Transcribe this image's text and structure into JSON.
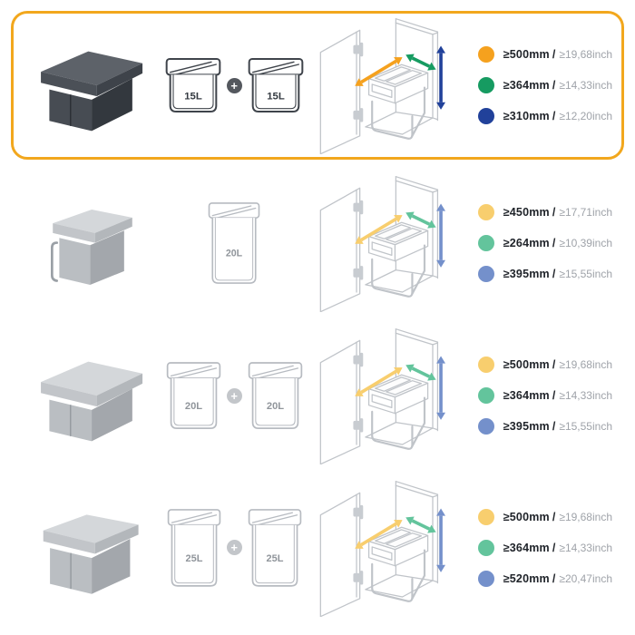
{
  "page": {
    "name": "pull-out-waste-bin-size-guide",
    "background": "#ffffff",
    "highlight_border": "#F2A71D"
  },
  "rows": [
    {
      "name": "anthracite-2x15L",
      "highlighted": true,
      "finish": "anthracite",
      "tone": "dark",
      "photo_variant": "wide",
      "buckets": [
        "15L",
        "15L"
      ],
      "plus": "+",
      "specs": [
        {
          "dot_color": "#F5A11E",
          "dimension": "depth",
          "mm": "≥500mm",
          "sep": "/",
          "inch": "≥19,68inch"
        },
        {
          "dot_color": "#169B61",
          "dimension": "width",
          "mm": "≥364mm",
          "sep": "/",
          "inch": "≥14,33inch"
        },
        {
          "dot_color": "#21419A",
          "dimension": "height",
          "mm": "≥310mm",
          "sep": "/",
          "inch": "≥12,20inch"
        }
      ]
    },
    {
      "name": "gray-1x20L",
      "highlighted": false,
      "finish": "gray",
      "tone": "light",
      "photo_variant": "tall-narrow",
      "buckets": [
        "20L"
      ],
      "plus": "+",
      "specs": [
        {
          "dot_color": "#F8CE6E",
          "dimension": "depth",
          "mm": "≥450mm",
          "sep": "/",
          "inch": "≥17,71inch"
        },
        {
          "dot_color": "#63C49C",
          "dimension": "width",
          "mm": "≥264mm",
          "sep": "/",
          "inch": "≥10,39inch"
        },
        {
          "dot_color": "#7490CB",
          "dimension": "height",
          "mm": "≥395mm",
          "sep": "/",
          "inch": "≥15,55inch"
        }
      ]
    },
    {
      "name": "gray-2x20L",
      "highlighted": false,
      "finish": "gray",
      "tone": "light",
      "photo_variant": "wide",
      "buckets": [
        "20L",
        "20L"
      ],
      "plus": "+",
      "specs": [
        {
          "dot_color": "#F8CE6E",
          "dimension": "depth",
          "mm": "≥500mm",
          "sep": "/",
          "inch": "≥19,68inch"
        },
        {
          "dot_color": "#63C49C",
          "dimension": "width",
          "mm": "≥364mm",
          "sep": "/",
          "inch": "≥14,33inch"
        },
        {
          "dot_color": "#7490CB",
          "dimension": "height",
          "mm": "≥395mm",
          "sep": "/",
          "inch": "≥15,55inch"
        }
      ]
    },
    {
      "name": "gray-2x25L",
      "highlighted": false,
      "finish": "gray",
      "tone": "light",
      "photo_variant": "tall-wide",
      "buckets": [
        "25L",
        "25L"
      ],
      "plus": "+",
      "specs": [
        {
          "dot_color": "#F8CE6E",
          "dimension": "depth",
          "mm": "≥500mm",
          "sep": "/",
          "inch": "≥19,68inch"
        },
        {
          "dot_color": "#63C49C",
          "dimension": "width",
          "mm": "≥364mm",
          "sep": "/",
          "inch": "≥14,33inch"
        },
        {
          "dot_color": "#7490CB",
          "dimension": "height",
          "mm": "≥520mm",
          "sep": "/",
          "inch": "≥20,47inch"
        }
      ]
    }
  ]
}
